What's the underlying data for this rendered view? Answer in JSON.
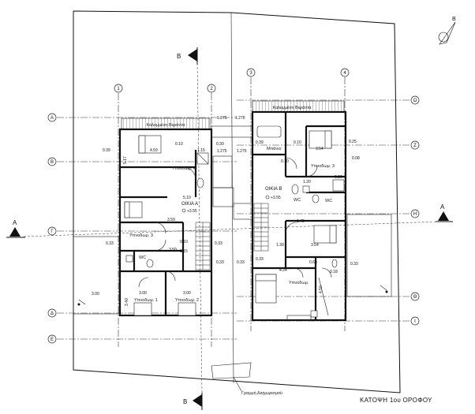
{
  "title": "ΚΑΤΟΨΗ  1ου ΟΡΟΦΟΥ",
  "north_label": "Β",
  "section_labels": {
    "top": "Β",
    "bottom": "Β",
    "left": "A",
    "right": "A"
  },
  "grid_columns": [
    "1",
    "2",
    "3",
    "4"
  ],
  "grid_rows_left": [
    "A",
    "B",
    "Γ",
    "Δ",
    "E"
  ],
  "grid_rows_right": [
    "Ω",
    "Ζ",
    "Η",
    "Θ",
    "Ι"
  ],
  "apartments": {
    "a": "ΟΙΚΙΑ Α",
    "b": "ΟΙΚΙΑ Β"
  },
  "levels": {
    "a": "+3.55",
    "b": "+3.55"
  },
  "rooms": {
    "veranda_a": "Καλυμμένη Βεράντα",
    "veranda_b": "Καλυμμένη Βεράντα",
    "bed4": "Υπνοδωμ. 4",
    "bed3a": "Υπνοδωμ. 3",
    "bed1": "Υπνοδωμ. 1",
    "bed2": "Υπνοδωμ. 2",
    "bed3b": "Υπνοδωμ. 3",
    "master_b": "Υπνοδωμ.",
    "wc_a": "WC",
    "wc_b": "WC",
    "mpanio_b": "Μπάνιο"
  },
  "dims": {
    "d1": "1.275",
    "d2": "1.275",
    "d3": "1.275",
    "d4": "1.275",
    "d459": "4.59",
    "d010a": "0.10",
    "d115a": "1.15",
    "d039a": "0.39",
    "d517": "5.17",
    "d510": "5.10",
    "d359": "3.59",
    "d350": "3.50",
    "d010b": "0.10",
    "d115b": "1.15",
    "d033a": "0.33",
    "d033b": "0.33",
    "d300": "3.00",
    "d340": "3.40",
    "d300b": "3.00",
    "d300c": "3.00",
    "d039b": "0.39",
    "d025": "0.25",
    "d008": "0.08",
    "d354": "3.54",
    "d039c": "0.39",
    "d010c": "0.10",
    "d130": "1.30",
    "d354b": "3.54",
    "d060": "0.60",
    "d424": "4.24",
    "d033c": "0.33",
    "d033d": "0.33",
    "d450": "4.50",
    "d018": "0.18",
    "d010d": "0.10",
    "d120": "1.20",
    "d145": "1.45",
    "d020": "0.20",
    "d033e": "0.33",
    "d033f": "0.33"
  },
  "boundary_label": "Γραμμή Διαχωρισμού"
}
